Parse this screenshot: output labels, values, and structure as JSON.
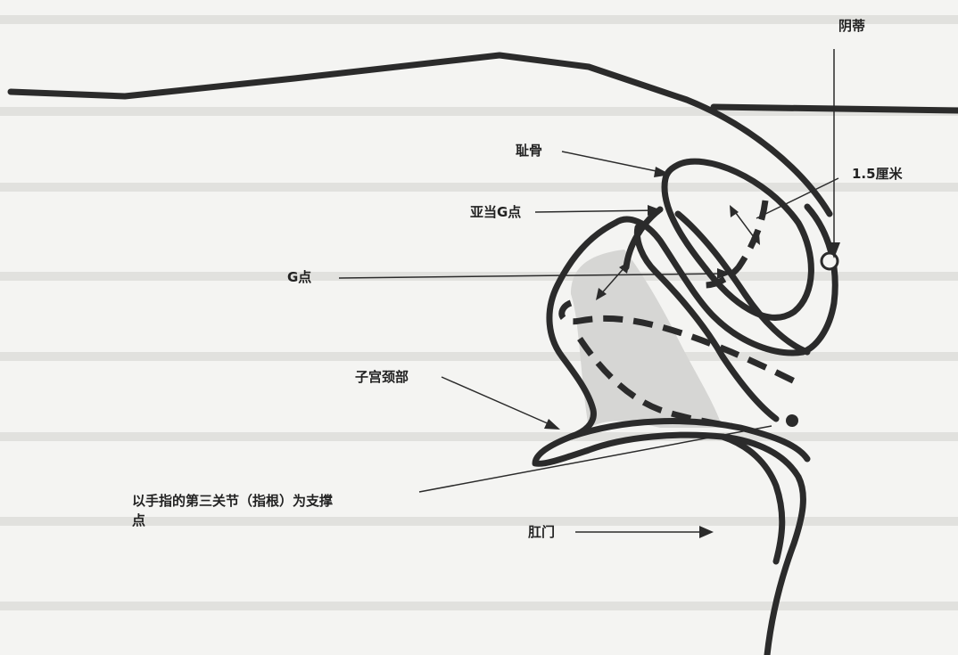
{
  "labels": {
    "frenulum": "阴蒂",
    "pubic_bone": "耻骨",
    "measure": "1.5厘米",
    "adam_g_spot": "亚当G点",
    "g_spot": "G点",
    "cervix": "子宫颈部",
    "knuckle_line1": "以手指的第三关节（指根）为支撑",
    "knuckle_line2": "点",
    "anus": "肛门"
  },
  "colors": {
    "ink": "#2b2b2b",
    "shade": "#d6d6d4"
  }
}
